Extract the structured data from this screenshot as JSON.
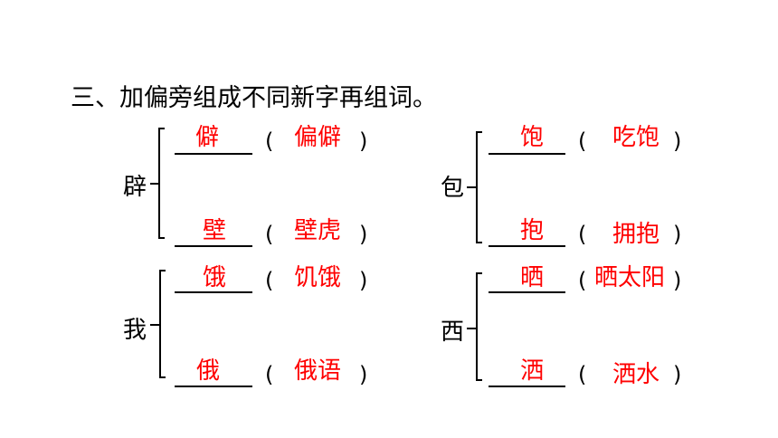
{
  "title": "三、加偏旁组成不同新字再组词。",
  "colors": {
    "answer": "#ff0000",
    "text": "#000000"
  },
  "groups": [
    {
      "root": "辟",
      "items": [
        {
          "char": "僻",
          "word": "偏僻",
          "open": "(",
          "close": ")"
        },
        {
          "char": "壁",
          "word": "壁虎",
          "open": "(",
          "close": ")"
        }
      ]
    },
    {
      "root": "包",
      "items": [
        {
          "char": "饱",
          "word": "吃饱",
          "open": "(",
          "close": ")"
        },
        {
          "char": "抱",
          "word": "拥抱",
          "open": "(",
          "close": ")"
        }
      ]
    },
    {
      "root": "我",
      "items": [
        {
          "char": "饿",
          "word": "饥饿",
          "open": "(",
          "close": ")"
        },
        {
          "char": "俄",
          "word": "俄语",
          "open": "(",
          "close": ")"
        }
      ]
    },
    {
      "root": "西",
      "items": [
        {
          "char": "晒",
          "word": "晒太阳",
          "open": "(",
          "close": ")"
        },
        {
          "char": "洒",
          "word": "洒水",
          "open": "(",
          "close": ")"
        }
      ]
    }
  ]
}
